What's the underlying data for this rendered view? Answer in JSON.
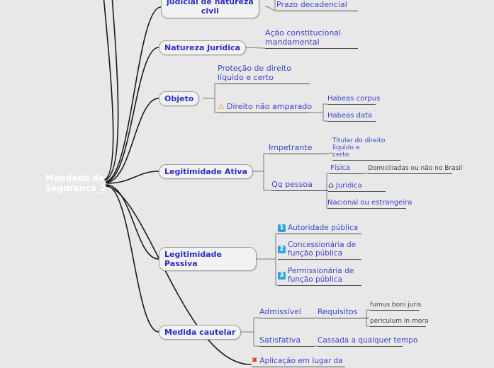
{
  "colors": {
    "background": "#e8e8e8",
    "bubble_fill": "#f2f2f2",
    "bubble_border": "#9e9e9e",
    "node_blue": "#2d2fc4",
    "child_blue": "#3a45cc",
    "leaf_dark": "#3f3f3f",
    "underline": "#4a4a4a",
    "root_text": "#ffffff",
    "edge_black": "#1a1a1a",
    "connector_gray": "#7a7a7a",
    "badge_blue": "#33a3dd",
    "warning_yellow": "#e6a62e",
    "house_blue": "#4a6da7",
    "cross_red": "#d93a2b"
  },
  "icons": {
    "warning": "⚠",
    "house": "⌂",
    "badge_1": "1",
    "badge_2": "2",
    "badge_3": "3",
    "cross": "✖"
  },
  "root": {
    "label": "Mandado de\nSegurança_2"
  },
  "branches": {
    "judicial": {
      "label": "judicial de natureza\ncivil",
      "prazo": "Prazo decadencial"
    },
    "natureza_juridica": {
      "label": "Natureza Jurídica",
      "acao": "Ação constitucional\nmandamental"
    },
    "objeto": {
      "label": "Objeto",
      "protecao": "Proteção de direito\nlíquido e certo",
      "nao_amparado": "Direito não amparado",
      "habeas_corpus": "Habeas corpus",
      "habeas_data": "Habeas data"
    },
    "legitimidade_ativa": {
      "label": "Legitimidade Ativa",
      "impetrante": "Impetrante",
      "titular": "Titular do direito líquido e\ncerto",
      "qq_pessoa": "Qq pessoa",
      "fisica": "Física",
      "domiciliadas": "Domiciliadas ou não no Brasil",
      "juridica": "Jurídica",
      "nacional": "Nacional ou estrangeira"
    },
    "legitimidade_passiva": {
      "label": "Legitimidade\nPassiva",
      "autoridade": "Autoridade pública",
      "concessionaria": "Concessionária de\nfunção pública",
      "permissionaria": "Permissionária de\nfunção pública"
    },
    "medida_cautelar": {
      "label": "Medida cautelar",
      "admissivel": "Admissível",
      "requisitos": "Requisitos",
      "fumus": "fumus boni juris",
      "periculum": "periculum in mora",
      "satisfativa": "Satisfativa",
      "cassada": "Cassada a qualquer tempo"
    },
    "aplicacao": {
      "label": "Aplicação em lugar da"
    }
  }
}
